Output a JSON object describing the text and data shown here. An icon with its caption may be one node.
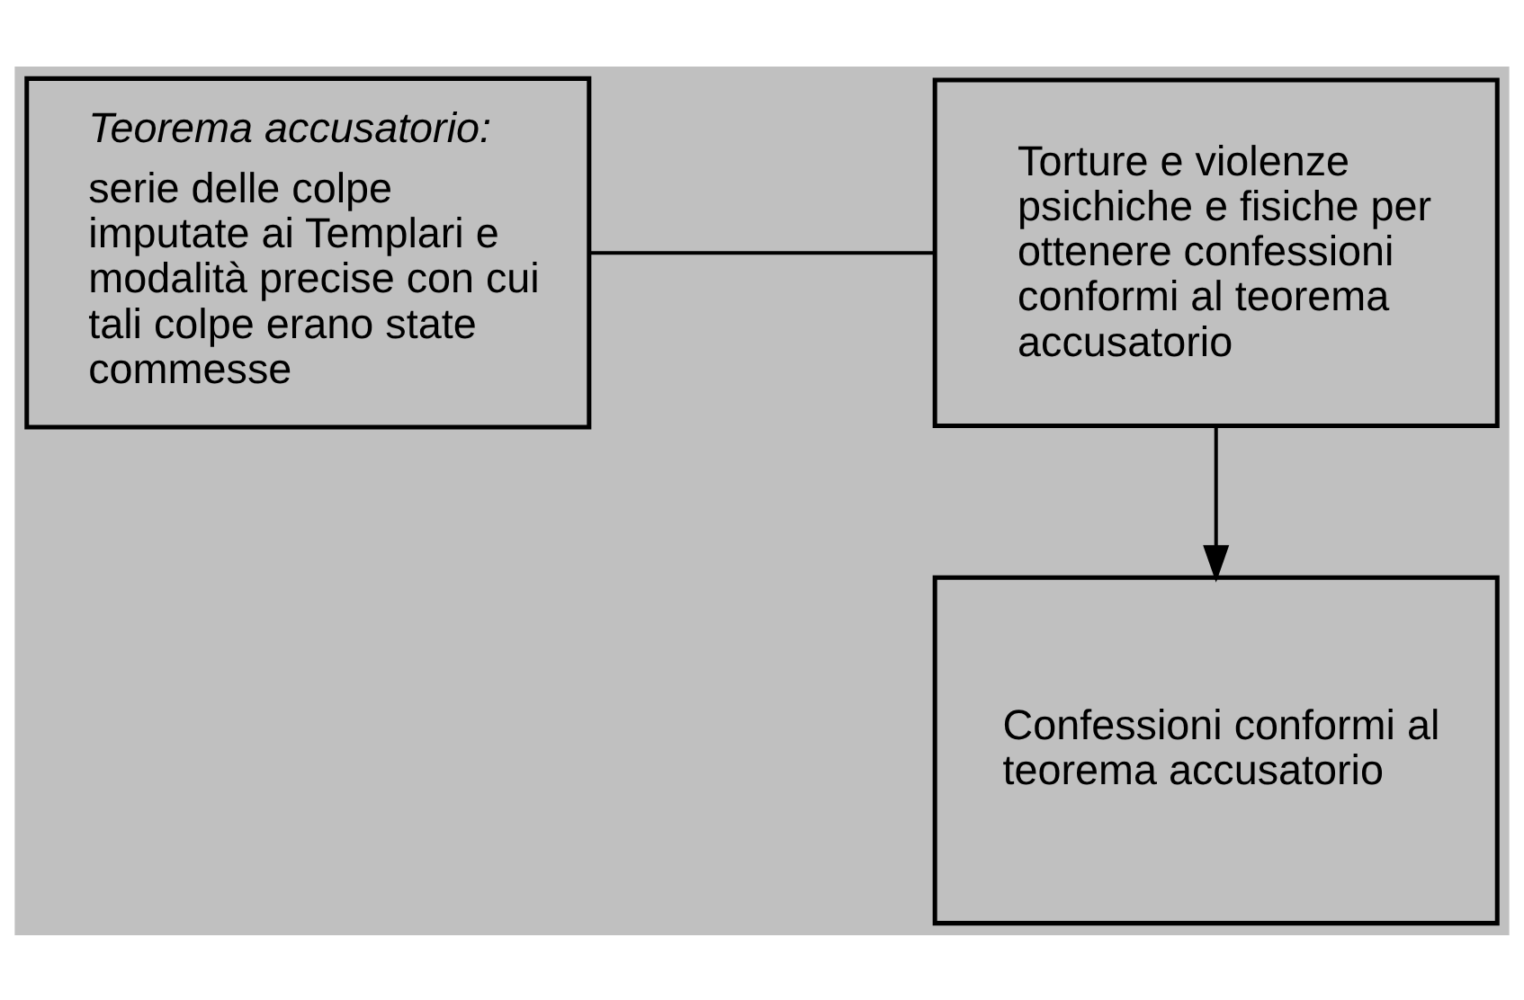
{
  "diagram": {
    "nodes": [
      {
        "text": [
          "Teorema accusatorio:",
          "serie delle colpe imputate ai Templari e modalità precise con cui tali colpe erano state commesse"
        ]
      },
      {
        "text": [
          "Torture e violenze psichiche e fisiche per ottenere confessioni conformi al teorema accusatorio"
        ]
      },
      {
        "text": [
          "Confessioni conformi al teorema accusatorio"
        ]
      }
    ],
    "edges": [
      {
        "from": 0,
        "to": 1,
        "arrow": "none"
      },
      {
        "from": 1,
        "to": 2,
        "arrow": "to"
      }
    ]
  }
}
